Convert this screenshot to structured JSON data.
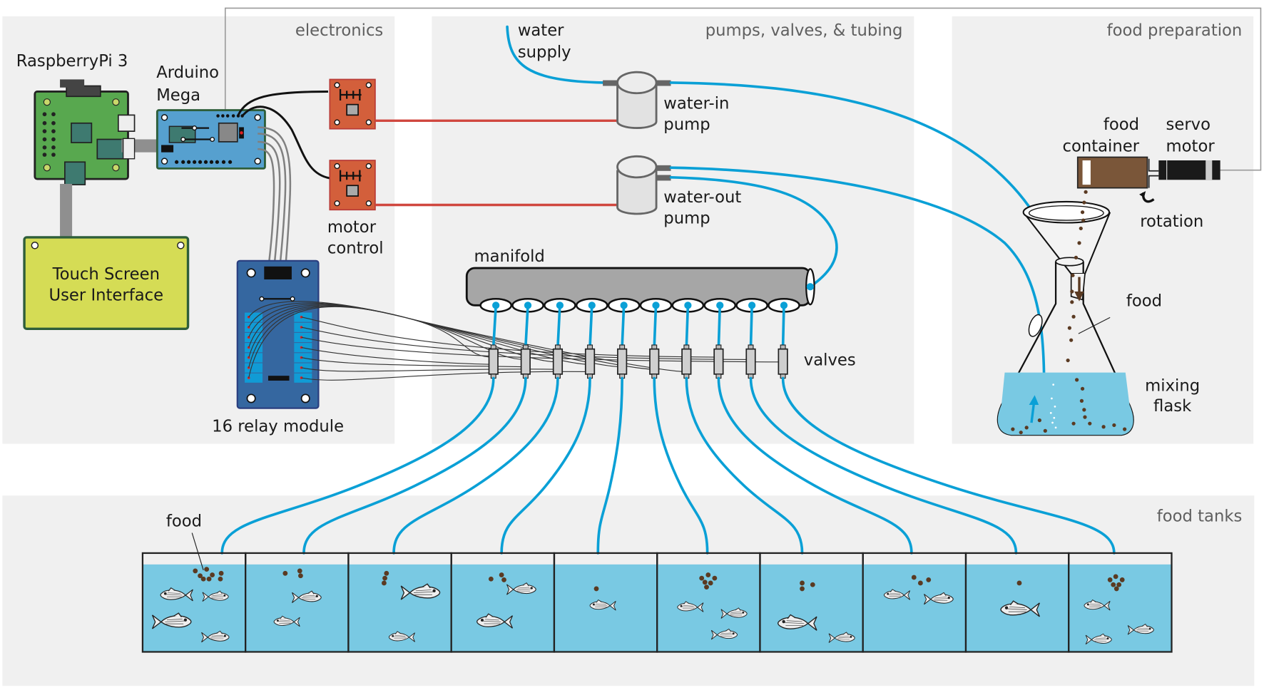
{
  "sections": {
    "electronics": "electronics",
    "pumps": "pumps, valves, & tubing",
    "food_prep": "food preparation",
    "food_tanks": "food tanks"
  },
  "components": {
    "raspberry_pi": "RaspberryPi 3",
    "arduino_line1": "Arduino",
    "arduino_line2": "Mega",
    "touch_screen_line1": "Touch Screen",
    "touch_screen_line2": "User Interface",
    "motor_control_line1": "motor",
    "motor_control_line2": "control",
    "relay_module": "16 relay module",
    "water_supply_line1": "water",
    "water_supply_line2": "supply",
    "water_in_line1": "water-in",
    "water_in_line2": "pump",
    "water_out_line1": "water-out",
    "water_out_line2": "pump",
    "manifold": "manifold",
    "valves": "valves",
    "food_container_line1": "food",
    "food_container_line2": "container",
    "servo_line1": "servo",
    "servo_line2": "motor",
    "rotation": "rotation",
    "food_flask": "food",
    "mixing_flask_line1": "mixing",
    "mixing_flask_line2": "flask",
    "food_tank_label": "food"
  },
  "counts": {
    "valves": 10,
    "tanks": 10,
    "relay_channels": 16
  },
  "colors": {
    "panel": "#f0f0f0",
    "tube": "#0aa0d6",
    "water": "#79c9e3",
    "pcb_pi": "#58a84f",
    "pcb_arduino": "#56a0cf",
    "relay_board": "#3567a0",
    "motor_board": "#d35f3b",
    "touch_screen": "#d5dc55",
    "food": "#5a3a22",
    "control_wire": "#d0473f"
  }
}
